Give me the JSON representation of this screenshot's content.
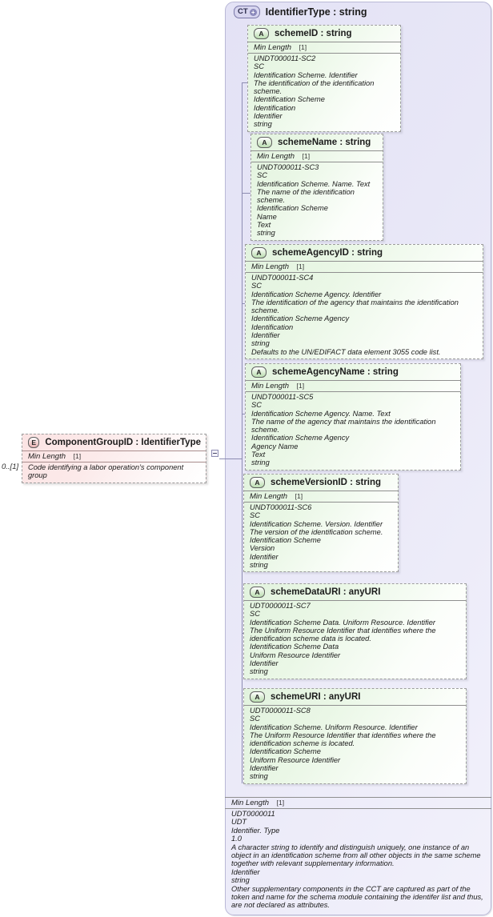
{
  "diagram": {
    "type_box": {
      "badge": "CT",
      "badge_expand_icon": "plus-icon",
      "title": "IdentifierType : string",
      "facet": {
        "label": "Min Length",
        "cardinality": "[1]"
      },
      "documentation": [
        "UDT0000011",
        "UDT",
        "Identifier. Type",
        "1.0",
        "A character string to identify and distinguish uniquely, one instance of an object in an identification scheme from all other objects in the same scheme together with relevant supplementary information.",
        "Identifier",
        "string",
        "Other supplementary components in the CCT are captured as part of the token and name for the schema module containing the identifer list and thus, are not declared as attributes."
      ]
    },
    "element_box": {
      "badge": "E",
      "title": "ComponentGroupID : IdentifierType",
      "cardinality": "0..[1]",
      "facet": {
        "label": "Min Length",
        "cardinality": "[1]"
      },
      "documentation": [
        "Code identifying a labor operation’s component group"
      ]
    },
    "attributes": [
      {
        "badge": "A",
        "title": "schemeID : string",
        "facet": {
          "label": "Min Length",
          "cardinality": "[1]"
        },
        "documentation": [
          "UNDT000011-SC2",
          "SC",
          "Identification Scheme. Identifier",
          "The identification of the identification scheme.",
          "Identification Scheme",
          "Identification",
          "Identifier",
          "string"
        ]
      },
      {
        "badge": "A",
        "title": "schemeName : string",
        "facet": {
          "label": "Min Length",
          "cardinality": "[1]"
        },
        "documentation": [
          "UNDT000011-SC3",
          "SC",
          "Identification Scheme. Name. Text",
          "The name of the identification scheme.",
          "Identification Scheme",
          "Name",
          "Text",
          "string"
        ]
      },
      {
        "badge": "A",
        "title": "schemeAgencyID : string",
        "facet": {
          "label": "Min Length",
          "cardinality": "[1]"
        },
        "documentation": [
          "UNDT000011-SC4",
          "SC",
          "Identification Scheme Agency. Identifier",
          "The identification of the agency that maintains the identification scheme.",
          "Identification Scheme Agency",
          "Identification",
          "Identifier",
          "string",
          "Defaults to the UN/EDIFACT data element 3055 code list."
        ]
      },
      {
        "badge": "A",
        "title": "schemeAgencyName : string",
        "facet": {
          "label": "Min Length",
          "cardinality": "[1]"
        },
        "documentation": [
          "UNDT000011-SC5",
          "SC",
          "Identification Scheme Agency. Name. Text",
          "The name of the agency that maintains the identification scheme.",
          "Identification Scheme Agency",
          "Agency Name",
          "Text",
          "string"
        ]
      },
      {
        "badge": "A",
        "title": "schemeVersionID : string",
        "facet": {
          "label": "Min Length",
          "cardinality": "[1]"
        },
        "documentation": [
          "UNDT000011-SC6",
          "SC",
          "Identification Scheme. Version. Identifier",
          "The version of the identification scheme.",
          "Identification Scheme",
          "Version",
          "Identifier",
          "string"
        ]
      },
      {
        "badge": "A",
        "title": "schemeDataURI : anyURI",
        "facet": null,
        "documentation": [
          "UDT0000011-SC7",
          "SC",
          "Identification Scheme Data. Uniform Resource. Identifier",
          "The Uniform Resource Identifier that identifies where the identification scheme data is located.",
          "Identification Scheme Data",
          "Uniform Resource Identifier",
          "Identifier",
          "string"
        ]
      },
      {
        "badge": "A",
        "title": "schemeURI : anyURI",
        "facet": null,
        "documentation": [
          "UDT0000011-SC8",
          "SC",
          "Identification Scheme. Uniform Resource. Identifier",
          "The Uniform Resource Identifier that identifies where the identification scheme is located.",
          "Identification Scheme",
          "Uniform Resource Identifier",
          "Identifier",
          "string"
        ]
      }
    ],
    "colors": {
      "container_bg": "#e6e5f6",
      "container_border": "#b9b8d6",
      "attribute_bg": "#e8f6e4",
      "element_bg": "#fbe5e5",
      "connector": "#8d8cb2"
    }
  }
}
